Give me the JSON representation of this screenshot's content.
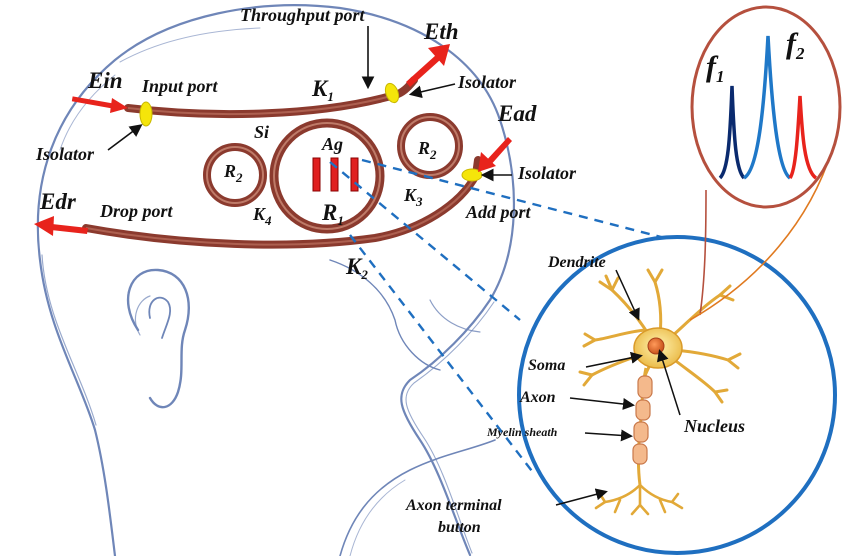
{
  "labels": {
    "throughput_port": "Throughput port",
    "eth": "Eth",
    "ein": "Ein",
    "input_port": "Input port",
    "k1_main": "K",
    "k1_sub": "1",
    "isolator_top": "Isolator",
    "isolator_left": "Isolator",
    "isolator_right": "Isolator",
    "ead": "Ead",
    "si": "Si",
    "ag": "Ag",
    "r2_left_main": "R",
    "r2_left_sub": "2",
    "r2_right_main": "R",
    "r2_right_sub": "2",
    "r1_main": "R",
    "r1_sub": "1",
    "k3_main": "K",
    "k3_sub": "3",
    "k4_main": "K",
    "k4_sub": "4",
    "add_port": "Add port",
    "edr": "Edr",
    "drop_port": "Drop port",
    "k2_main": "K",
    "k2_sub": "2",
    "f1_main": "f",
    "f1_sub": "1",
    "f2_main": "f",
    "f2_sub": "2",
    "dendrite": "Dendrite",
    "soma": "Soma",
    "axon": "Axon",
    "myelin_sheath": "Myelin sheath",
    "nucleus": "Nucleus",
    "axon_terminal_line1": "Axon terminal",
    "axon_terminal_line2": "button"
  },
  "colors": {
    "waveguide": "#8b3a2e",
    "arrow_red": "#e8231c",
    "isolator": "#f5e50a",
    "silver_bar": "#e02020",
    "head_sketch": "#6f86b8",
    "zoom_circle": "#1f6fc0",
    "spectrum_circle": "#b5503e",
    "peak_dark": "#0a2a6e",
    "peak_blue": "#1f78c8",
    "peak_red": "#e8231c",
    "neuron_body": "#f2c25a"
  }
}
